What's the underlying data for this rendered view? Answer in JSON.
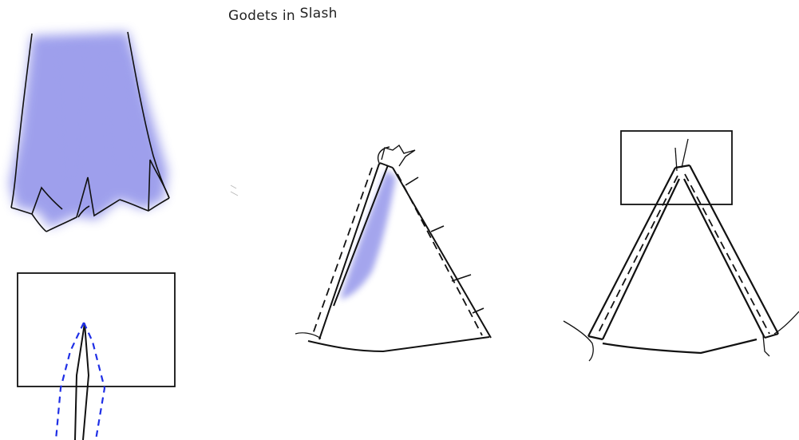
{
  "title": {
    "word1": "Godets in",
    "word2": "Slash"
  },
  "colors": {
    "ink": "#111111",
    "fabric_wash": "#7e80e6",
    "seam_dash_blue": "#1f2fe6"
  },
  "figures": [
    {
      "name": "skirt-sketch",
      "icon": "skirt-hem-with-godets"
    },
    {
      "name": "slashed-panel",
      "icon": "panel-with-slash"
    },
    {
      "name": "godet-marked",
      "icon": "triangle-godet-with-notches"
    },
    {
      "name": "godet-with-facing",
      "icon": "triangle-godet-with-rectangle"
    }
  ]
}
